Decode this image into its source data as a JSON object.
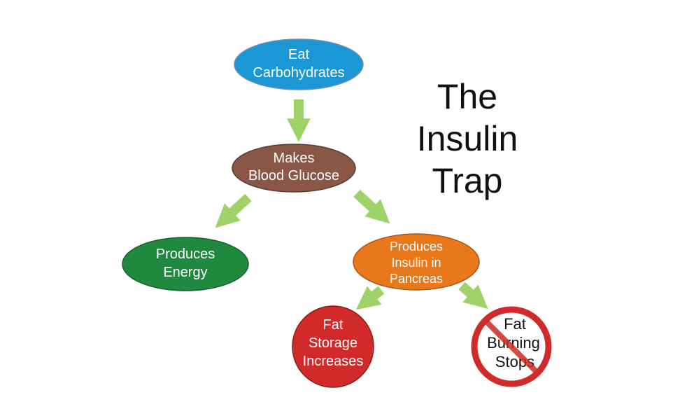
{
  "title": [
    "The",
    "Insulin",
    "Trap"
  ],
  "nodes": {
    "carbs": {
      "lines": [
        "Eat",
        "Carbohydrates"
      ],
      "color": "#1b97d5"
    },
    "glucose": {
      "lines": [
        "Makes",
        "Blood Glucose"
      ],
      "color": "#8a5646"
    },
    "energy": {
      "lines": [
        "Produces",
        "Energy"
      ],
      "color": "#1f8a3d"
    },
    "insulin": {
      "lines": [
        "Produces",
        "Insulin in",
        "Pancreas"
      ],
      "color": "#e8781a"
    },
    "storage": {
      "lines": [
        "Fat",
        "Storage",
        "Increases"
      ],
      "color": "#d02a2a"
    },
    "burning": {
      "lines": [
        "Fat",
        "Burning",
        "Stops"
      ],
      "color": "#d02a2a"
    }
  },
  "arrow_color": "#9fd36a"
}
